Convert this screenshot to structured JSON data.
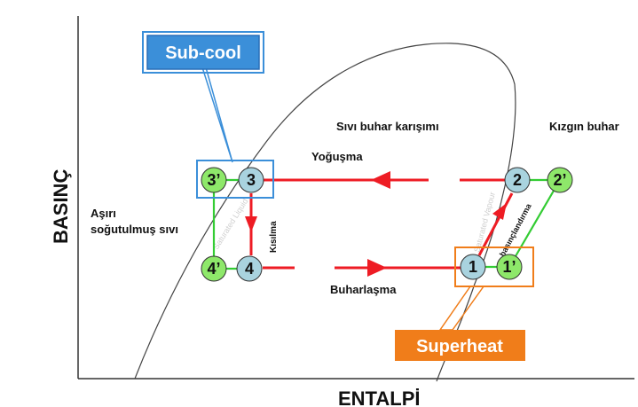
{
  "axes": {
    "y_label": "BASINÇ",
    "x_label": "ENTALPİ"
  },
  "regions": {
    "subcooled_line1": "Aşırı",
    "subcooled_line2": "soğutulmuş sıvı",
    "mixture": "Sıvı buhar karışımı",
    "superheated": "Kızgın buhar"
  },
  "processes": {
    "condensation": "Yoğuşma",
    "evaporation": "Buharlaşma",
    "expansion": "Kısılma",
    "compression": "basınçlandırma"
  },
  "callouts": {
    "subcool": "Sub-cool",
    "superheat": "Superheat"
  },
  "dome_labels": {
    "liquid": "Saturated Liquid",
    "vapour": "Saturated Vapour"
  },
  "nodes": {
    "n3p": "3’",
    "n3": "3",
    "n4p": "4’",
    "n4": "4",
    "n1": "1",
    "n1p": "1’",
    "n2": "2",
    "n2p": "2’"
  },
  "colors": {
    "cycle_red": "#ee1c24",
    "ideal_green": "#33cc33",
    "node_blue": "#a9d3df",
    "node_green": "#8ee86a",
    "subcool_blue": "#3b8fd9",
    "superheat_orange": "#f07d1a"
  }
}
